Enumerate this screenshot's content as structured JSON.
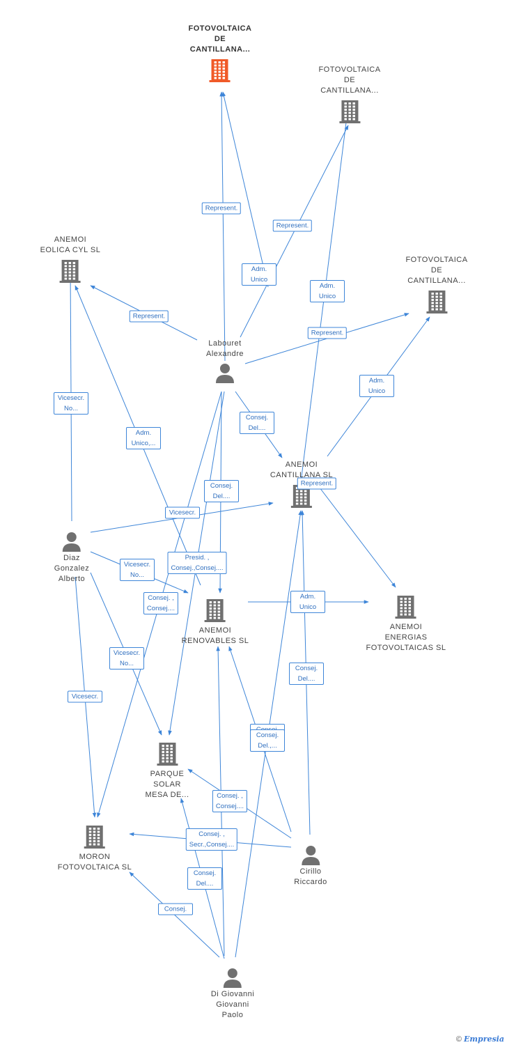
{
  "colors": {
    "edge": "#3d85d8",
    "company": "#707070",
    "main_company": "#f05a28",
    "person": "#707070"
  },
  "nodes": [
    {
      "id": "fc1",
      "name": "FOTOVOLTAICA\nDE\nCANTILLANA...",
      "type": "company",
      "main": true
    },
    {
      "id": "fc2",
      "name": "FOTOVOLTAICA\nDE\nCANTILLANA...",
      "type": "company"
    },
    {
      "id": "fc3",
      "name": "FOTOVOLTAICA\nDE\nCANTILLANA...",
      "type": "company"
    },
    {
      "id": "eolica",
      "name": "ANEMOI\nEOLICA CYL  SL",
      "type": "company"
    },
    {
      "id": "labouret",
      "name": "Labouret\nAlexandre",
      "type": "person"
    },
    {
      "id": "cantillana",
      "name": "ANEMOI\nCANTILLANA SL",
      "type": "company"
    },
    {
      "id": "diaz",
      "name": "Diaz\nGonzalez\nAlberto",
      "type": "person"
    },
    {
      "id": "renovables",
      "name": "ANEMOI\nRENOVABLES SL",
      "type": "company"
    },
    {
      "id": "energias",
      "name": "ANEMOI\nENERGIAS\nFOTOVOLTAICAS SL",
      "type": "company"
    },
    {
      "id": "parque",
      "name": "PARQUE\nSOLAR\nMESA DE...",
      "type": "company"
    },
    {
      "id": "moron",
      "name": "MORON\nFOTOVOLTAICA SL",
      "type": "company"
    },
    {
      "id": "cirillo",
      "name": "Cirillo\nRiccardo",
      "type": "person"
    },
    {
      "id": "digiovanni",
      "name": "Di Giovanni\nGiovanni\nPaolo",
      "type": "person"
    }
  ],
  "edge_labels": [
    "Represent.",
    "Represent.",
    "Adm.\nUnico",
    "Adm.\nUnico",
    "Represent.",
    "Represent.",
    "Adm.\nUnico",
    "Vicesecr.\nNo...",
    "Adm.\nUnico,...",
    "Consej.\nDel....",
    "Represent.",
    "Consej.\nDel....",
    "Vicesecr.",
    "Presid. ,\nConsej.,Consej....",
    "Vicesecr.\nNo...",
    "Consej. ,\nConsej....",
    "Adm.\nUnico",
    "Vicesecr.\nNo...",
    "Consej.\nDel....",
    "Vicesecr.",
    "Consej.\nDel....",
    "Consej.\nDel.,...",
    "Consej. ,\nConsej....",
    "Consej. ,\nSecr.,Consej....",
    "Consej.\nDel....",
    "Consej."
  ],
  "footer": {
    "copyright": "©",
    "brand": "Empresia"
  }
}
